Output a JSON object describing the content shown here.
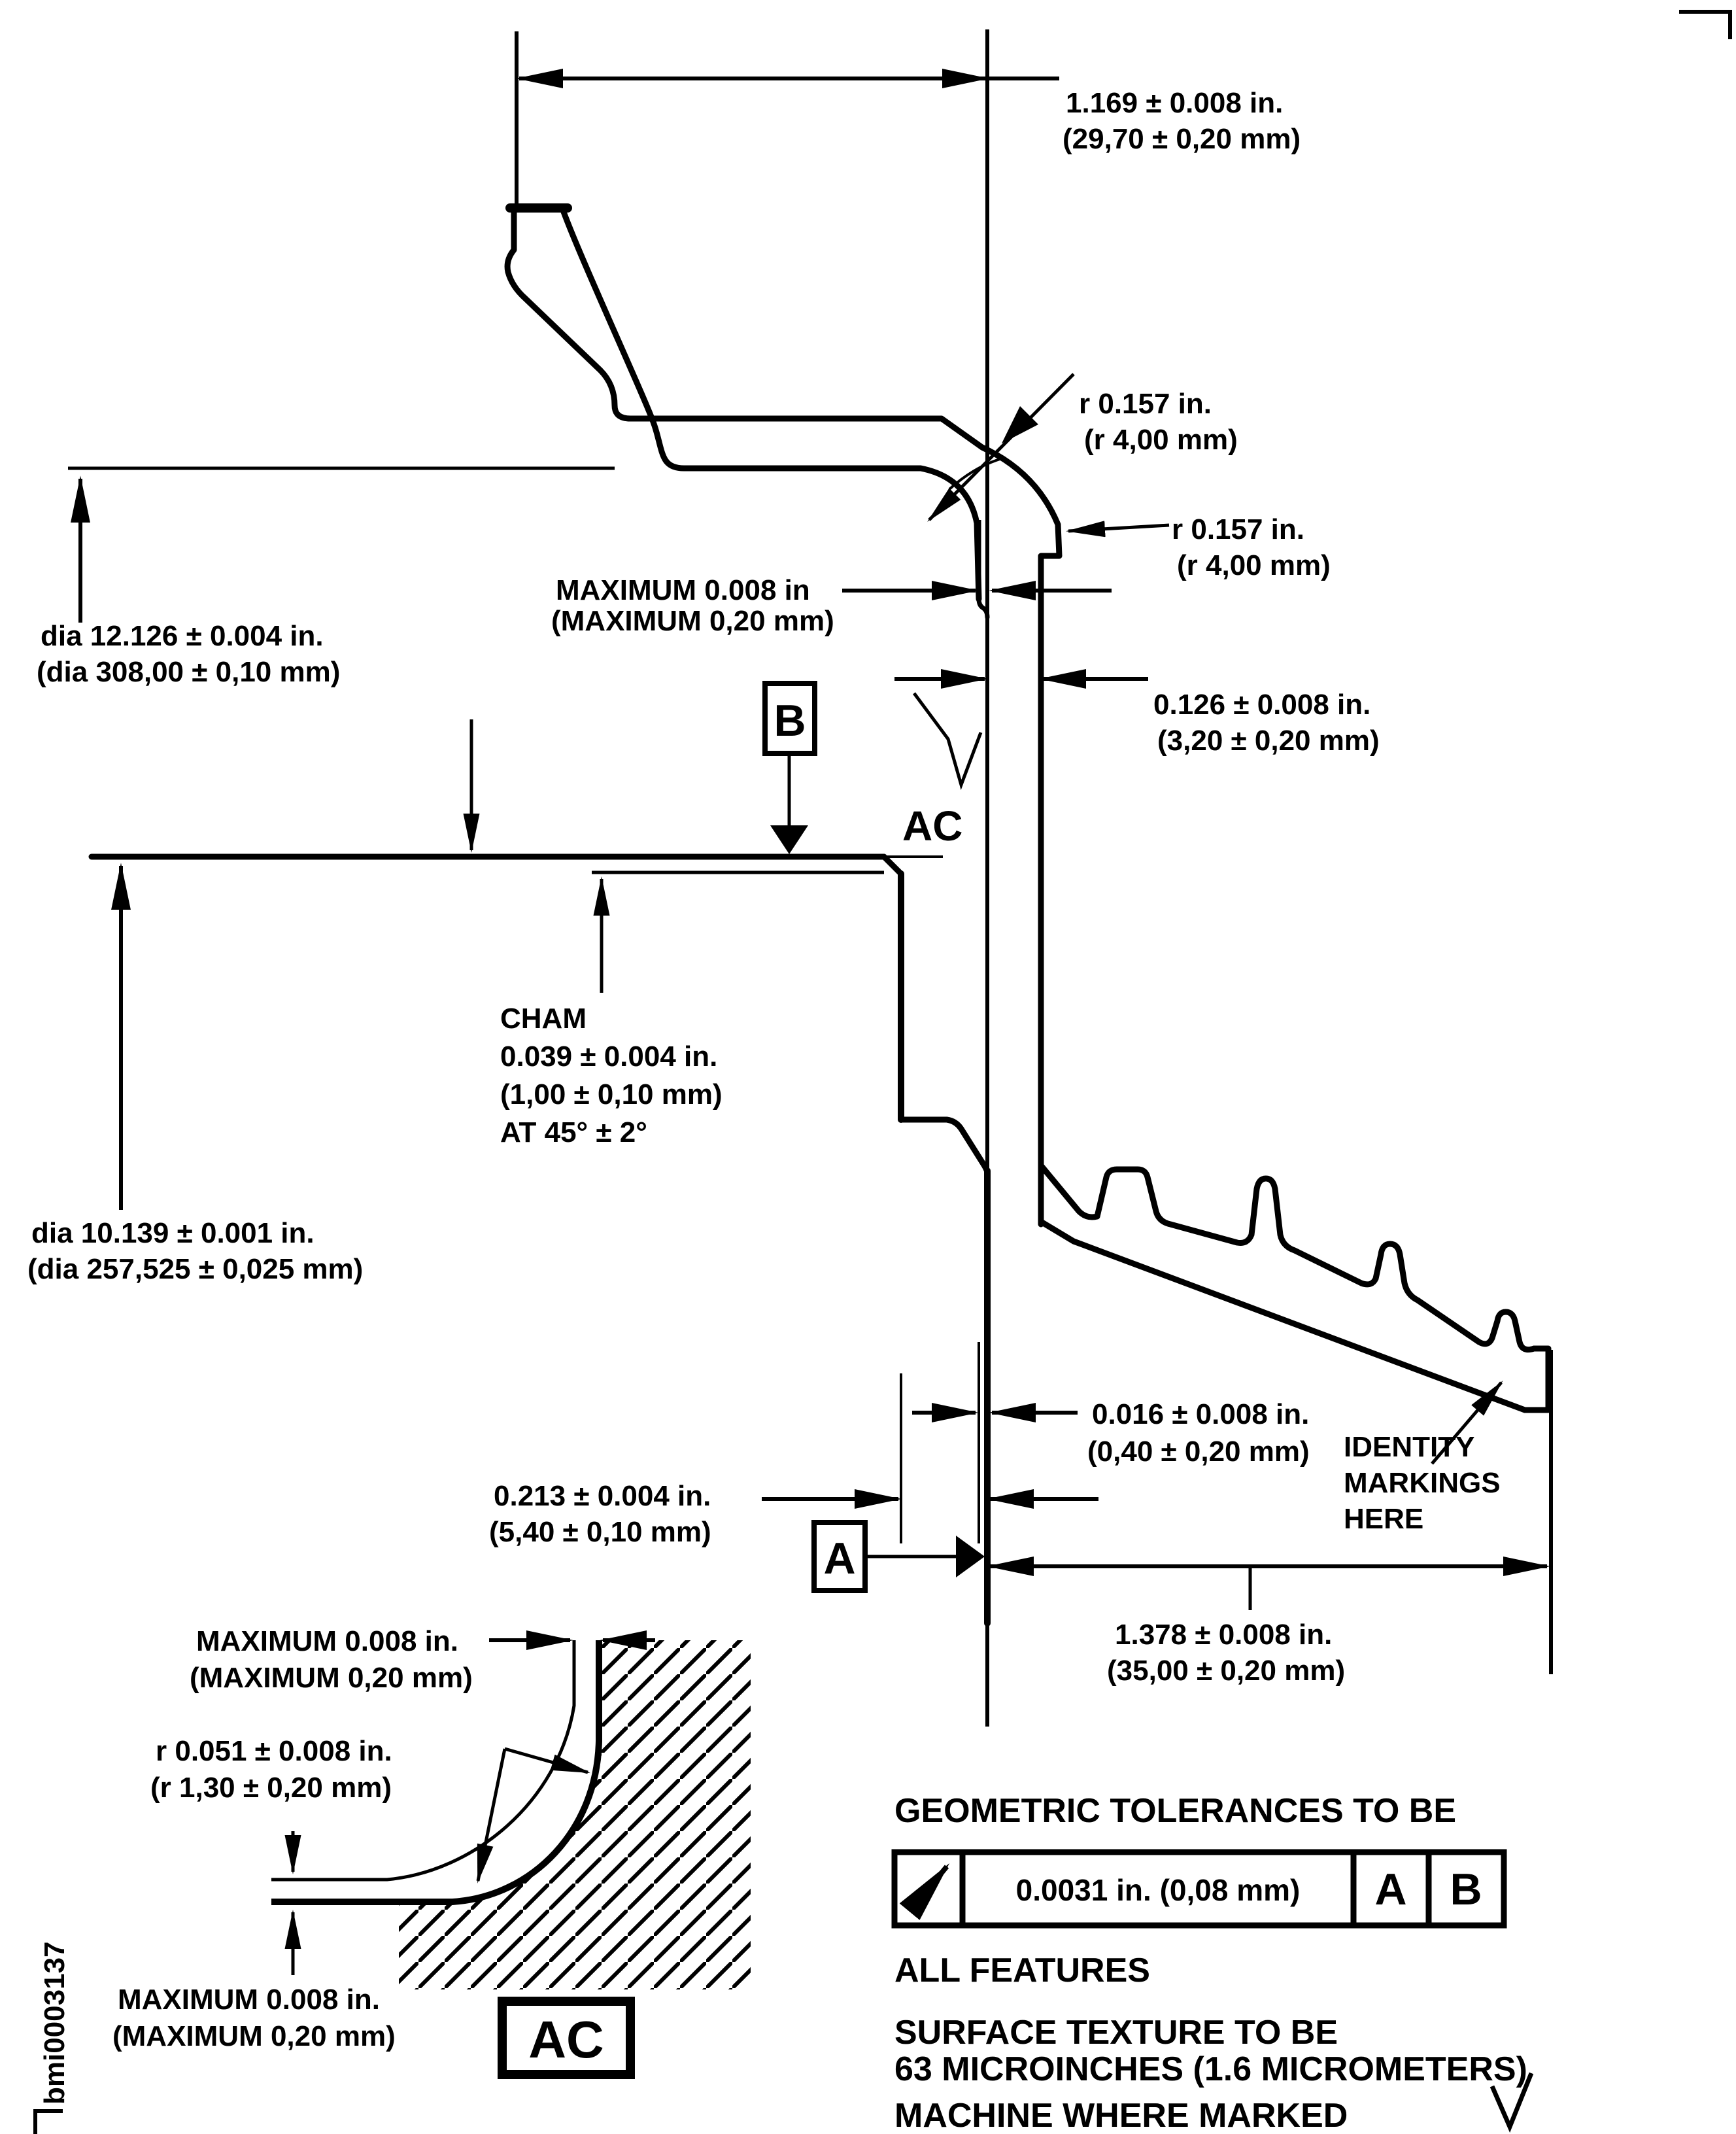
{
  "figure_id": "bmi0003137",
  "callouts": {
    "width_overall": {
      "lines": [
        "1.169 ± 0.008 in.",
        "(29,70 ± 0,20 mm)"
      ]
    },
    "radius_upper": {
      "lines": [
        "r 0.157 in.",
        "(r 4,00 mm)"
      ]
    },
    "radius_lower": {
      "lines": [
        "r 0.157 in.",
        "(r 4,00 mm)"
      ]
    },
    "max_runout_upper": {
      "lines": [
        "MAXIMUM 0.008 in",
        "(MAXIMUM 0,20 mm)"
      ]
    },
    "dia_outer": {
      "lines": [
        "dia 12.126 ± 0.004 in.",
        "(dia 308,00 ± 0,10 mm)"
      ]
    },
    "wall_thickness": {
      "lines": [
        "0.126 ± 0.008 in.",
        "(3,20 ± 0,20 mm)"
      ]
    },
    "chamfer": {
      "lines": [
        "CHAM",
        "0.039 ± 0.004 in.",
        "(1,00 ± 0,10 mm)",
        "AT 45° ± 2°"
      ]
    },
    "dia_inner": {
      "lines": [
        "dia 10.139 ± 0.001 in.",
        "(dia 257,525 ± 0,025 mm)"
      ]
    },
    "step_offset": {
      "lines": [
        "0.016 ± 0.008 in.",
        "(0,40 ± 0,20 mm)"
      ]
    },
    "hub_thickness": {
      "lines": [
        "0.213 ± 0.004 in.",
        "(5,40 ± 0,10 mm)"
      ]
    },
    "identity_markings": {
      "lines": [
        "IDENTITY",
        "MARKINGS",
        "HERE"
      ]
    },
    "hub_width": {
      "lines": [
        "1.378 ± 0.008 in.",
        "(35,00 ± 0,20 mm)"
      ]
    }
  },
  "datums": {
    "a": "A",
    "b": "B",
    "surface_label": "AC"
  },
  "detail_view": {
    "max_gap_vertical": {
      "lines": [
        "MAXIMUM 0.008 in.",
        "(MAXIMUM 0,20 mm)"
      ]
    },
    "fillet_radius": {
      "lines": [
        "r 0.051 ± 0.008 in.",
        "(r 1,30 ± 0,20 mm)"
      ]
    },
    "max_gap_horizontal": {
      "lines": [
        "MAXIMUM 0.008 in.",
        "(MAXIMUM 0,20 mm)"
      ]
    },
    "label": "AC"
  },
  "feature_control_frame": {
    "tolerance": "0.0031 in. (0,08 mm)",
    "datum_a": "A",
    "datum_b": "B"
  },
  "notes": {
    "geometric": "GEOMETRIC TOLERANCES TO BE",
    "all_features": "ALL FEATURES",
    "surface_texture_1": "SURFACE TEXTURE TO BE",
    "surface_texture_2": "63 MICROINCHES (1.6 MICROMETERS)",
    "machine_where_marked": "MACHINE WHERE MARKED"
  }
}
